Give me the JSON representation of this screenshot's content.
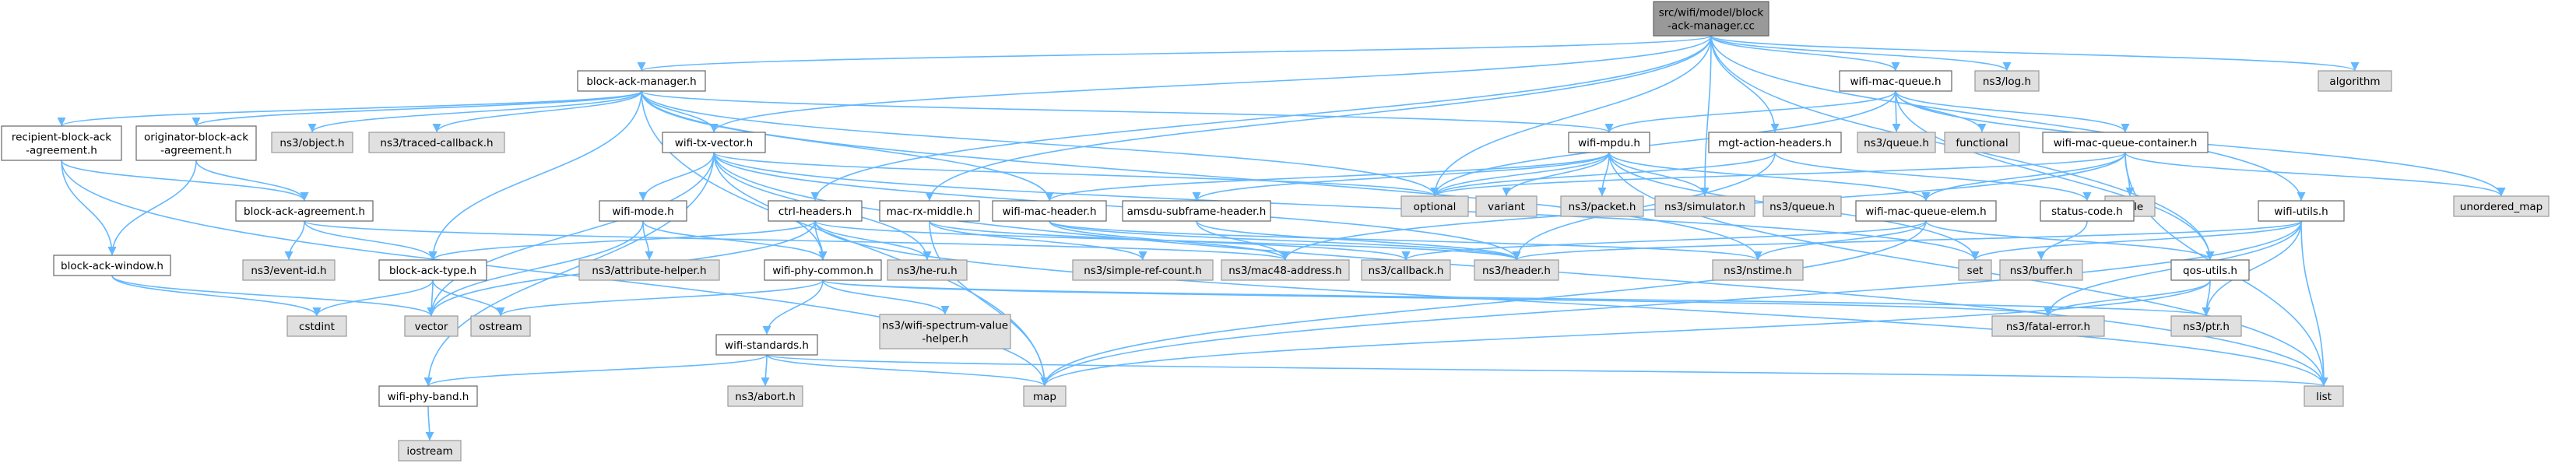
{
  "graph": {
    "nodes": [
      {
        "id": "root",
        "label": [
          "src/wifi/model/block",
          "-ack-manager.cc"
        ],
        "style": "root"
      },
      {
        "id": "bam_h",
        "label": [
          "block-ack-manager.h"
        ],
        "style": "white"
      },
      {
        "id": "wmq_h",
        "label": [
          "wifi-mac-queue.h"
        ],
        "style": "white"
      },
      {
        "id": "log_h",
        "label": [
          "ns3/log.h"
        ],
        "style": "grey"
      },
      {
        "id": "algorithm",
        "label": [
          "algorithm"
        ],
        "style": "grey"
      },
      {
        "id": "rba_h",
        "label": [
          "recipient-block-ack",
          "-agreement.h"
        ],
        "style": "white"
      },
      {
        "id": "oba_h",
        "label": [
          "originator-block-ack",
          "-agreement.h"
        ],
        "style": "white"
      },
      {
        "id": "object_h",
        "label": [
          "ns3/object.h"
        ],
        "style": "grey"
      },
      {
        "id": "traced_h",
        "label": [
          "ns3/traced-callback.h"
        ],
        "style": "grey"
      },
      {
        "id": "wtv_h",
        "label": [
          "wifi-tx-vector.h"
        ],
        "style": "white"
      },
      {
        "id": "wmpdu_h",
        "label": [
          "wifi-mpdu.h"
        ],
        "style": "white"
      },
      {
        "id": "mah_h",
        "label": [
          "mgt-action-headers.h"
        ],
        "style": "white"
      },
      {
        "id": "queue_h",
        "label": [
          "ns3/queue.h"
        ],
        "style": "grey"
      },
      {
        "id": "functional",
        "label": [
          "functional"
        ],
        "style": "grey"
      },
      {
        "id": "wmqc_h",
        "label": [
          "wifi-mac-queue-container.h"
        ],
        "style": "white"
      },
      {
        "id": "optional",
        "label": [
          "optional"
        ],
        "style": "grey"
      },
      {
        "id": "variant",
        "label": [
          "variant"
        ],
        "style": "grey"
      },
      {
        "id": "packet_h",
        "label": [
          "ns3/packet.h"
        ],
        "style": "grey"
      },
      {
        "id": "simulator_h",
        "label": [
          "ns3/simulator.h"
        ],
        "style": "grey"
      },
      {
        "id": "queue_h2",
        "label": [
          "ns3/queue.h"
        ],
        "style": "grey"
      },
      {
        "id": "tuple",
        "label": [
          "tuple"
        ],
        "style": "grey"
      },
      {
        "id": "umap",
        "label": [
          "unordered_map"
        ],
        "style": "grey"
      },
      {
        "id": "baa_h",
        "label": [
          "block-ack-agreement.h"
        ],
        "style": "white"
      },
      {
        "id": "wmode_h",
        "label": [
          "wifi-mode.h"
        ],
        "style": "white"
      },
      {
        "id": "ctrl_h",
        "label": [
          "ctrl-headers.h"
        ],
        "style": "white"
      },
      {
        "id": "mrm_h",
        "label": [
          "mac-rx-middle.h"
        ],
        "style": "white"
      },
      {
        "id": "wmh_h",
        "label": [
          "wifi-mac-header.h"
        ],
        "style": "white"
      },
      {
        "id": "asf_h",
        "label": [
          "amsdu-subframe-header.h"
        ],
        "style": "white"
      },
      {
        "id": "wmqe_h",
        "label": [
          "wifi-mac-queue-elem.h"
        ],
        "style": "white"
      },
      {
        "id": "sc_h",
        "label": [
          "status-code.h"
        ],
        "style": "white"
      },
      {
        "id": "wu_h",
        "label": [
          "wifi-utils.h"
        ],
        "style": "white"
      },
      {
        "id": "baw_h",
        "label": [
          "block-ack-window.h"
        ],
        "style": "white"
      },
      {
        "id": "eid_h",
        "label": [
          "ns3/event-id.h"
        ],
        "style": "grey"
      },
      {
        "id": "bat_h",
        "label": [
          "block-ack-type.h"
        ],
        "style": "white"
      },
      {
        "id": "attr_h",
        "label": [
          "ns3/attribute-helper.h"
        ],
        "style": "grey"
      },
      {
        "id": "heru_h",
        "label": [
          "ns3/he-ru.h"
        ],
        "style": "grey"
      },
      {
        "id": "wpc_h",
        "label": [
          "wifi-phy-common.h"
        ],
        "style": "white"
      },
      {
        "id": "src_h",
        "label": [
          "ns3/simple-ref-count.h"
        ],
        "style": "grey"
      },
      {
        "id": "mac48_h",
        "label": [
          "ns3/mac48-address.h"
        ],
        "style": "grey"
      },
      {
        "id": "cb_h",
        "label": [
          "ns3/callback.h"
        ],
        "style": "grey"
      },
      {
        "id": "hdr_h",
        "label": [
          "ns3/header.h"
        ],
        "style": "grey"
      },
      {
        "id": "nstime_h",
        "label": [
          "ns3/nstime.h"
        ],
        "style": "grey"
      },
      {
        "id": "set",
        "label": [
          "set"
        ],
        "style": "grey"
      },
      {
        "id": "buf_h",
        "label": [
          "ns3/buffer.h"
        ],
        "style": "grey"
      },
      {
        "id": "qos_h",
        "label": [
          "qos-utils.h"
        ],
        "style": "white"
      },
      {
        "id": "cstdint",
        "label": [
          "cstdint"
        ],
        "style": "grey"
      },
      {
        "id": "vector",
        "label": [
          "vector"
        ],
        "style": "grey"
      },
      {
        "id": "ostream",
        "label": [
          "ostream"
        ],
        "style": "grey"
      },
      {
        "id": "wsv_h",
        "label": [
          "ns3/wifi-spectrum-value",
          "-helper.h"
        ],
        "style": "grey"
      },
      {
        "id": "fe_h",
        "label": [
          "ns3/fatal-error.h"
        ],
        "style": "grey"
      },
      {
        "id": "ptr_h",
        "label": [
          "ns3/ptr.h"
        ],
        "style": "grey"
      },
      {
        "id": "ws_h",
        "label": [
          "wifi-standards.h"
        ],
        "style": "white"
      },
      {
        "id": "wpb_h",
        "label": [
          "wifi-phy-band.h"
        ],
        "style": "white"
      },
      {
        "id": "abort_h",
        "label": [
          "ns3/abort.h"
        ],
        "style": "grey"
      },
      {
        "id": "map",
        "label": [
          "map"
        ],
        "style": "grey"
      },
      {
        "id": "list",
        "label": [
          "list"
        ],
        "style": "grey"
      },
      {
        "id": "iostream",
        "label": [
          "iostream"
        ],
        "style": "grey"
      }
    ],
    "edges": [
      [
        "root",
        "bam_h"
      ],
      [
        "root",
        "wmq_h"
      ],
      [
        "root",
        "log_h"
      ],
      [
        "root",
        "algorithm"
      ],
      [
        "root",
        "wtv_h"
      ],
      [
        "root",
        "ctrl_h"
      ],
      [
        "root",
        "mrm_h"
      ],
      [
        "root",
        "mah_h"
      ],
      [
        "root",
        "optional"
      ],
      [
        "root",
        "simulator_h"
      ],
      [
        "root",
        "wu_h"
      ],
      [
        "root",
        "qos_h"
      ],
      [
        "bam_h",
        "rba_h"
      ],
      [
        "bam_h",
        "oba_h"
      ],
      [
        "bam_h",
        "object_h"
      ],
      [
        "bam_h",
        "traced_h"
      ],
      [
        "bam_h",
        "wtv_h"
      ],
      [
        "bam_h",
        "wmpdu_h"
      ],
      [
        "bam_h",
        "wmh_h"
      ],
      [
        "bam_h",
        "bat_h"
      ],
      [
        "bam_h",
        "optional"
      ],
      [
        "bam_h",
        "map"
      ],
      [
        "bam_h",
        "nstime_h"
      ],
      [
        "wmq_h",
        "wmpdu_h"
      ],
      [
        "wmq_h",
        "queue_h"
      ],
      [
        "wmq_h",
        "functional"
      ],
      [
        "wmq_h",
        "wmqc_h"
      ],
      [
        "wmq_h",
        "optional"
      ],
      [
        "wmq_h",
        "umap"
      ],
      [
        "wmq_h",
        "qos_h"
      ],
      [
        "rba_h",
        "baa_h"
      ],
      [
        "rba_h",
        "baw_h"
      ],
      [
        "rba_h",
        "map"
      ],
      [
        "oba_h",
        "baa_h"
      ],
      [
        "oba_h",
        "baw_h"
      ],
      [
        "wtv_h",
        "wmode_h"
      ],
      [
        "wtv_h",
        "wpc_h"
      ],
      [
        "wtv_h",
        "heru_h"
      ],
      [
        "wtv_h",
        "wpb_h"
      ],
      [
        "wtv_h",
        "optional"
      ],
      [
        "wtv_h",
        "set"
      ],
      [
        "wtv_h",
        "list"
      ],
      [
        "wtv_h",
        "vector"
      ],
      [
        "wtv_h",
        "hdr_h"
      ],
      [
        "wmpdu_h",
        "wmh_h"
      ],
      [
        "wmpdu_h",
        "asf_h"
      ],
      [
        "wmpdu_h",
        "wmqe_h"
      ],
      [
        "wmpdu_h",
        "packet_h"
      ],
      [
        "wmpdu_h",
        "simulator_h"
      ],
      [
        "wmpdu_h",
        "optional"
      ],
      [
        "wmpdu_h",
        "variant"
      ],
      [
        "wmpdu_h",
        "list"
      ],
      [
        "wmpdu_h",
        "set"
      ],
      [
        "mah_h",
        "sc_h"
      ],
      [
        "mah_h",
        "hdr_h"
      ],
      [
        "mah_h",
        "optional"
      ],
      [
        "wmqc_h",
        "wmqe_h"
      ],
      [
        "wmqc_h",
        "tuple"
      ],
      [
        "wmqc_h",
        "umap"
      ],
      [
        "wmqc_h",
        "list"
      ],
      [
        "wmqc_h",
        "optional"
      ],
      [
        "wmqc_h",
        "mac48_h"
      ],
      [
        "baa_h",
        "bat_h"
      ],
      [
        "baa_h",
        "eid_h"
      ],
      [
        "baa_h",
        "mac48_h"
      ],
      [
        "wmode_h",
        "wpc_h"
      ],
      [
        "wmode_h",
        "attr_h"
      ],
      [
        "wmode_h",
        "vector"
      ],
      [
        "ctrl_h",
        "bat_h"
      ],
      [
        "ctrl_h",
        "wpc_h"
      ],
      [
        "ctrl_h",
        "hdr_h"
      ],
      [
        "ctrl_h",
        "heru_h"
      ],
      [
        "ctrl_h",
        "vector"
      ],
      [
        "ctrl_h",
        "list"
      ],
      [
        "mrm_h",
        "map"
      ],
      [
        "mrm_h",
        "cb_h"
      ],
      [
        "mrm_h",
        "src_h"
      ],
      [
        "wmh_h",
        "mac48_h"
      ],
      [
        "wmh_h",
        "hdr_h"
      ],
      [
        "wmh_h",
        "nstime_h"
      ],
      [
        "asf_h",
        "mac48_h"
      ],
      [
        "asf_h",
        "hdr_h"
      ],
      [
        "wmqe_h",
        "nstime_h"
      ],
      [
        "wmqe_h",
        "cb_h"
      ],
      [
        "wmqe_h",
        "map"
      ],
      [
        "wmqe_h",
        "qos_h"
      ],
      [
        "sc_h",
        "buf_h"
      ],
      [
        "wu_h",
        "hdr_h"
      ],
      [
        "wu_h",
        "set"
      ],
      [
        "wu_h",
        "list"
      ],
      [
        "wu_h",
        "map"
      ],
      [
        "wu_h",
        "ptr_h"
      ],
      [
        "wu_h",
        "fe_h"
      ],
      [
        "baw_h",
        "cstdint"
      ],
      [
        "baw_h",
        "vector"
      ],
      [
        "bat_h",
        "cstdint"
      ],
      [
        "bat_h",
        "vector"
      ],
      [
        "bat_h",
        "ostream"
      ],
      [
        "wpc_h",
        "ws_h"
      ],
      [
        "wpc_h",
        "wsv_h"
      ],
      [
        "wpc_h",
        "fe_h"
      ],
      [
        "wpc_h",
        "ptr_h"
      ],
      [
        "wpc_h",
        "ostream"
      ],
      [
        "ws_h",
        "wpb_h"
      ],
      [
        "ws_h",
        "abort_h"
      ],
      [
        "ws_h",
        "map"
      ],
      [
        "ws_h",
        "list"
      ],
      [
        "wpb_h",
        "iostream"
      ],
      [
        "qos_h",
        "fe_h"
      ],
      [
        "qos_h",
        "ptr_h"
      ],
      [
        "qos_h",
        "map"
      ]
    ]
  }
}
